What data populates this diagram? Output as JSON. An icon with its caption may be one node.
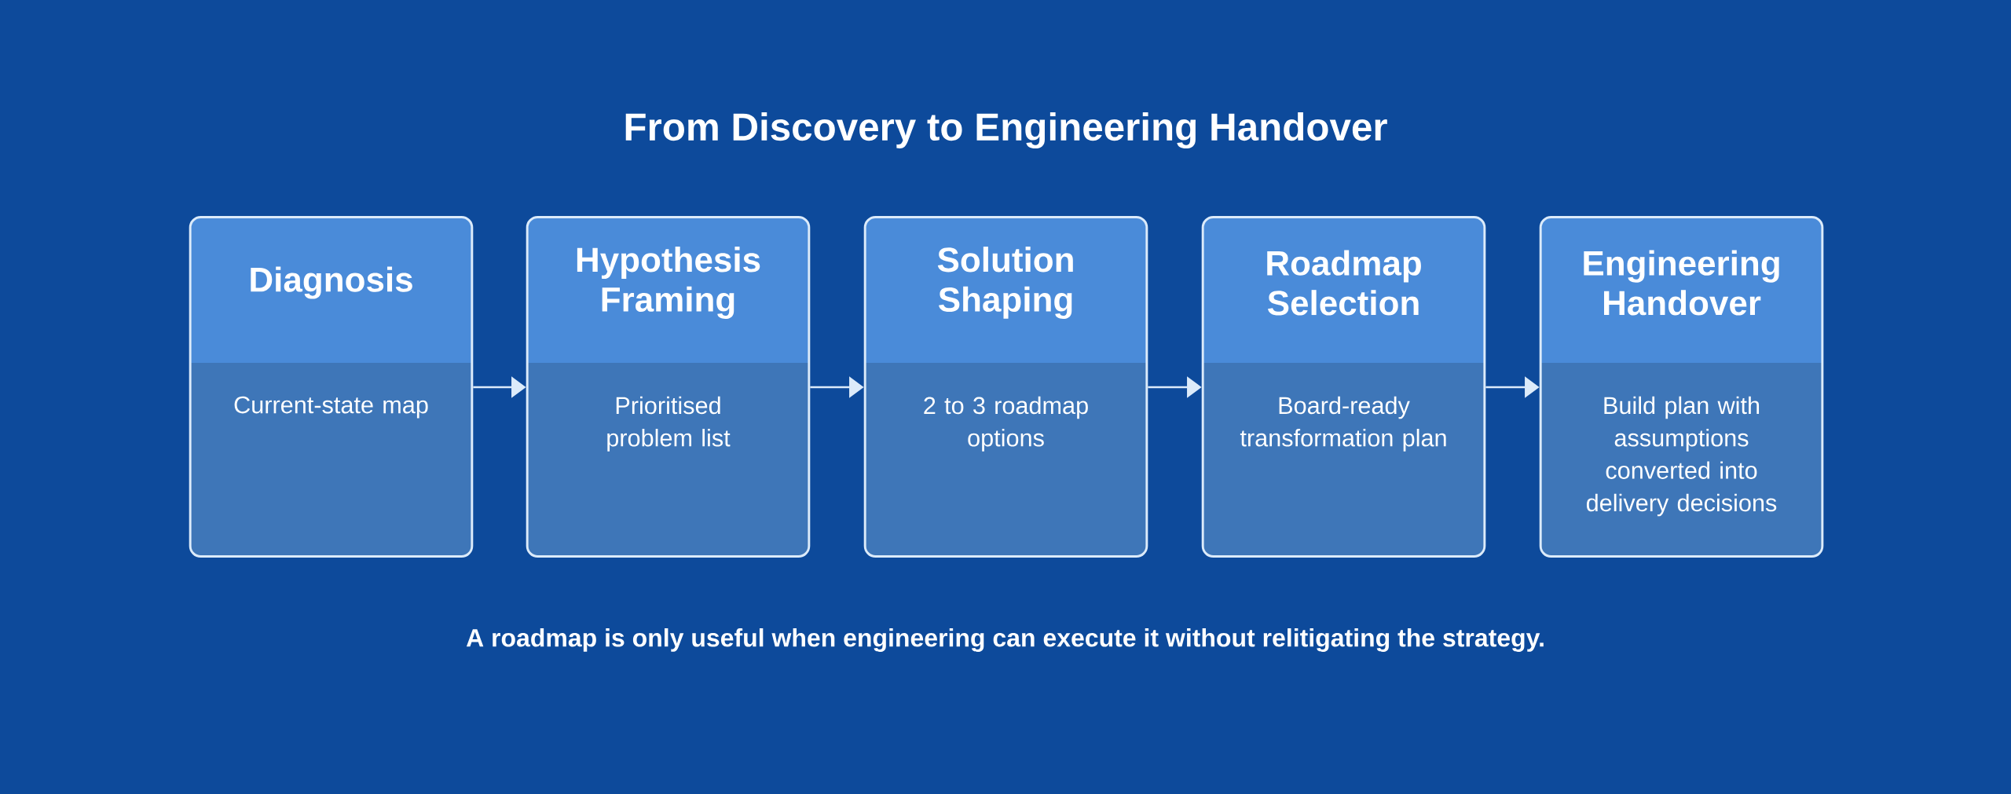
{
  "diagram": {
    "title": "From Discovery to Engineering Handover",
    "nodes": [
      {
        "text": [
          "Diagnosis",
          "Current-state map"
        ]
      },
      {
        "text": [
          "Hypothesis Framing",
          "Prioritised problem list"
        ]
      },
      {
        "text": [
          "Solution Shaping",
          "2 to 3 roadmap options"
        ]
      },
      {
        "text": [
          "Roadmap Selection",
          "Board-ready transformation plan"
        ]
      },
      {
        "text": [
          "Engineering Handover",
          "Build plan with assumptions converted into delivery decisions"
        ]
      }
    ],
    "edges": [
      {
        "from": 0,
        "to": 1,
        "arrow": "to"
      },
      {
        "from": 1,
        "to": 2,
        "arrow": "to"
      },
      {
        "from": 2,
        "to": 3,
        "arrow": "to"
      },
      {
        "from": 3,
        "to": 4,
        "arrow": "to"
      }
    ],
    "caption": "A roadmap is only useful when engineering can execute it without relitigating the strategy."
  }
}
